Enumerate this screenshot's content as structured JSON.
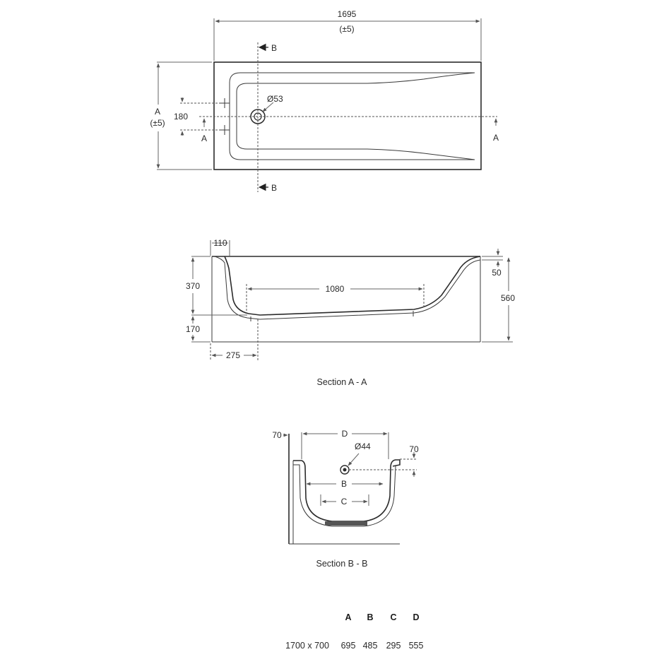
{
  "plan_view": {
    "length": "1695",
    "length_tol": "(±5)",
    "width_var": "A",
    "width_tol": "(±5)",
    "tap_spacing": "180",
    "waste": "Ø53",
    "sec_a_left": "A",
    "sec_a_right": "A",
    "sec_b_top": "B",
    "sec_b_bottom": "B"
  },
  "section_aa": {
    "caption": "Section A - A",
    "rim": "110",
    "depth": "370",
    "floor": "1080",
    "top_step": "50",
    "overall_height": "560",
    "base_height": "170",
    "waste_offset": "275"
  },
  "section_bb": {
    "caption": "Section B - B",
    "left_rim": "70",
    "top_width": "D",
    "overflow": "Ø44",
    "right_rim": "70",
    "inner_width": "B",
    "base_width": "C"
  },
  "size_table": {
    "headers": [
      "A",
      "B",
      "C",
      "D"
    ],
    "rows": [
      {
        "size": "1700 x 700",
        "values": [
          "695",
          "485",
          "295",
          "555"
        ]
      }
    ]
  }
}
